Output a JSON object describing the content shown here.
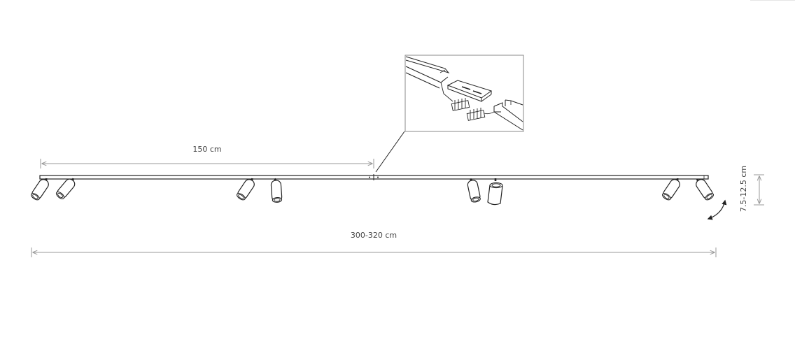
{
  "dimensions": {
    "half_length": "150 cm",
    "total_length": "300-320 cm",
    "height_range": "7.5-12.5 cm"
  },
  "diagram": {
    "spotlight_count": 8,
    "rail_sections": 2,
    "connector_detail_shown": true,
    "rotation_indicator": "rotate-arrow-icon"
  }
}
